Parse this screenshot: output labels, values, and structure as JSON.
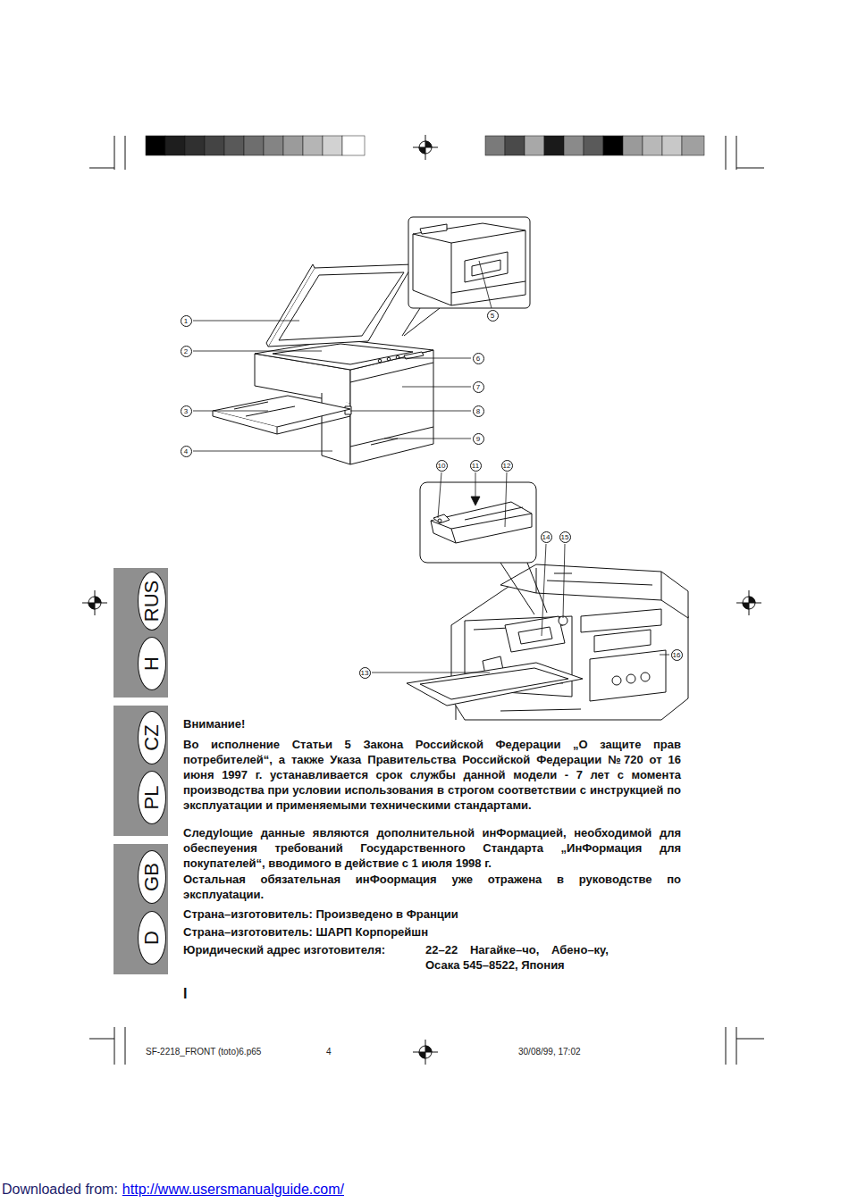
{
  "diagram": {
    "title": "Внимание!",
    "nodes": [
      {
        "text": [
          "RUS"
        ]
      },
      {
        "text": [
          "H"
        ]
      },
      {
        "text": [
          "CZ"
        ]
      },
      {
        "text": [
          "PL"
        ]
      },
      {
        "text": [
          "GB"
        ]
      },
      {
        "text": [
          "D"
        ]
      }
    ],
    "labels": [
      "1",
      "2",
      "3",
      "4",
      "5",
      "6",
      "7",
      "8",
      "9",
      "10",
      "11",
      "12",
      "13",
      "14",
      "15",
      "16",
      "Во исполнение Статьи 5 Закона Российской Федерации „О защите прав потребителей“, а также Указа Правительства Российской Федерации №720 от 16 июня 1997 г. устанавливается срок службы данной модели - 7 лет с момента производства при условии использования в строгом соответствии с инструкцией по эксплуатации и применяемыми техническими стандартами.",
      "Cледуlощие данныe являются дополнительной инФормацией, необходимой для обеспеуения требований Государственного Cтандарта „ИнФормация для покупателей“, вводимого в дейcтвие с 1 июля 1998 г.",
      "Остальная обязательная инФоормация уже отражена в руководстве по эксплуаtации.",
      "Страна–изготовитель: Произведено в Франции",
      "Страна–изготовитель: ШАРП Корпорейшн",
      "Юридический адрес изготовителя:",
      "22–22 Нагайке–чо, Абено–ку, Осака 545–8522, Япония",
      "I",
      "SF-2218_FRONT (toto)6.p65",
      "4",
      "30/08/99, 17:02",
      "Downloaded from:",
      "http://www.usersmanualguide.com/"
    ]
  }
}
